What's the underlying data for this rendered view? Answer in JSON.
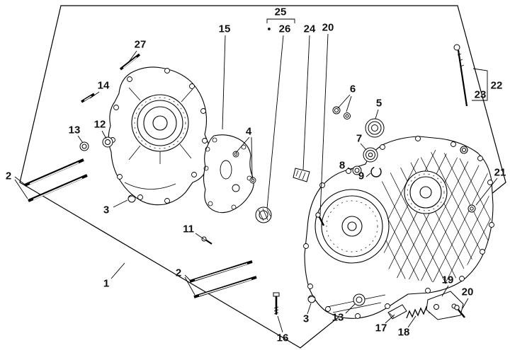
{
  "figure": {
    "background_color": "#ffffff",
    "line_color": "#000000",
    "description_type": "exploded-parts-diagram-crankcase"
  },
  "markers": {
    "kit_bullet": "●"
  },
  "callouts": [
    {
      "text": "25"
    },
    {
      "text": "26"
    },
    {
      "text": "15"
    },
    {
      "text": "24"
    },
    {
      "text": "20"
    },
    {
      "text": "27"
    },
    {
      "text": "14"
    },
    {
      "text": "6"
    },
    {
      "text": "5"
    },
    {
      "text": "22"
    },
    {
      "text": "23"
    },
    {
      "text": "13"
    },
    {
      "text": "12"
    },
    {
      "text": "4"
    },
    {
      "text": "7"
    },
    {
      "text": "8"
    },
    {
      "text": "9"
    },
    {
      "text": "21"
    },
    {
      "text": "2"
    },
    {
      "text": "3"
    },
    {
      "text": "11"
    },
    {
      "text": "2"
    },
    {
      "text": "1"
    },
    {
      "text": "3"
    },
    {
      "text": "13"
    },
    {
      "text": "16"
    },
    {
      "text": "17"
    },
    {
      "text": "18"
    },
    {
      "text": "19"
    },
    {
      "text": "20"
    }
  ]
}
